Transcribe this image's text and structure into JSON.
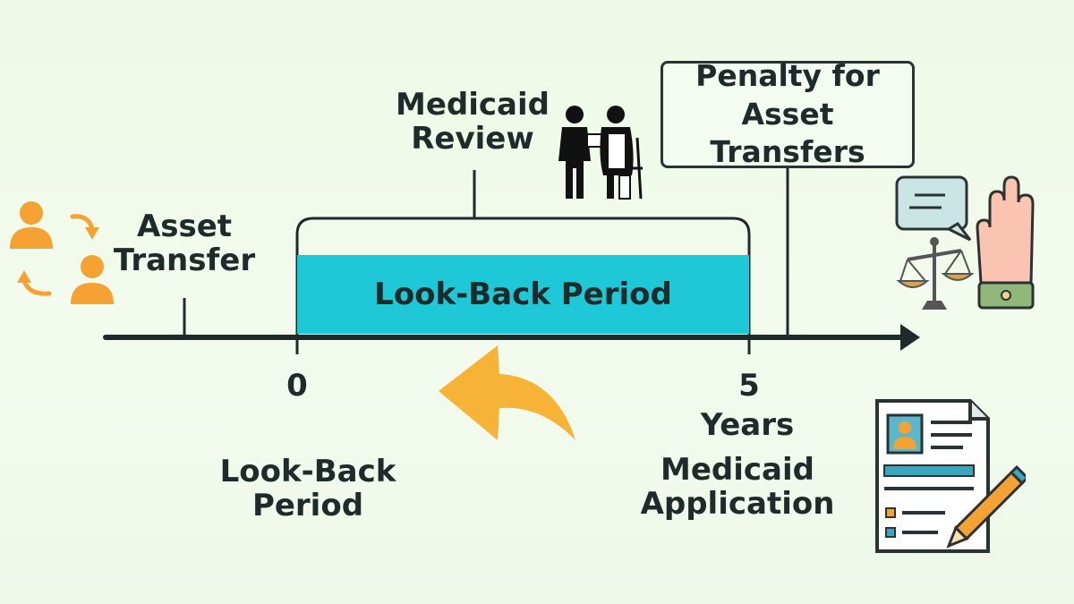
{
  "diagram": {
    "asset_transfer": "Asset\nTransfer",
    "medicaid_review": "Medicaid\nReview",
    "penalty": "Penalty for\nAsset Transfers",
    "lookback_bar": "Look-Back Period",
    "tick_start": "0",
    "tick_end": "5",
    "years": "Years",
    "medicaid_application": "Medicaid\nApplication",
    "lookback_caption": "Look-Back\nPeriod"
  },
  "colors": {
    "bar": "#1ec8d6",
    "accent_orange": "#f4a23a",
    "ink": "#1f2a2a"
  },
  "icons": [
    "people-transfer-icon",
    "caregiver-patient-icon",
    "judge-hand-icon",
    "application-form-icon",
    "curved-back-arrow-icon"
  ]
}
